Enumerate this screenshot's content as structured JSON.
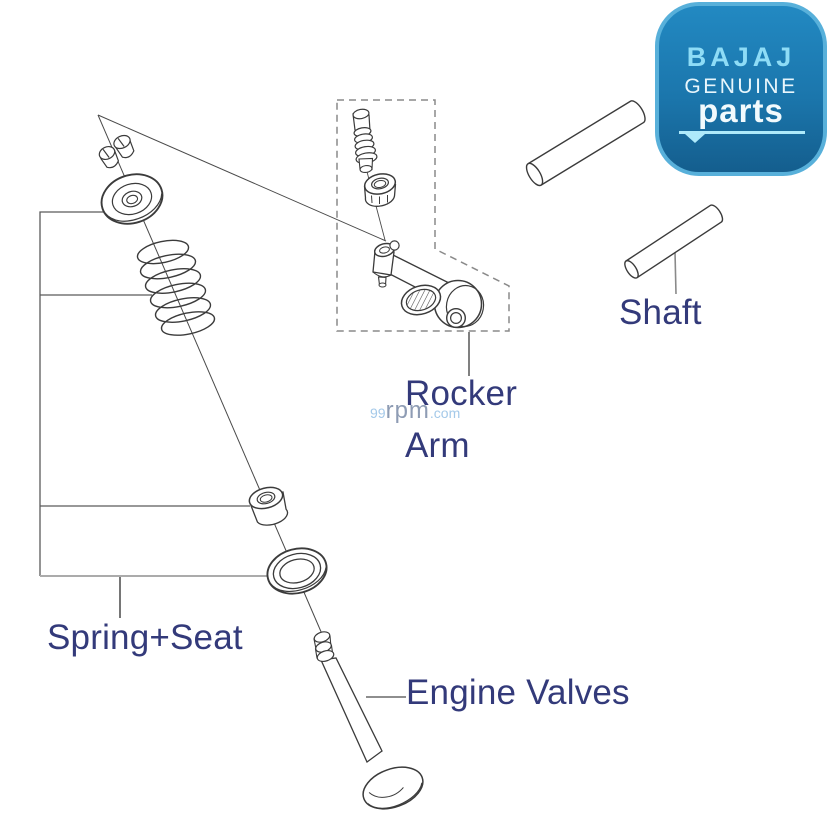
{
  "page": {
    "background": "#ffffff"
  },
  "badge": {
    "brand": "BAJAJ",
    "genuine": "GENUINE",
    "parts": "parts",
    "bg_top": "#2289c2",
    "bg_bottom": "#145e8e",
    "border_color": "#58b0da",
    "brand_color": "#8edcf6",
    "genuine_color": "#e8f6fc",
    "parts_color": "#f2fafd",
    "underline_color": "#aeeafb"
  },
  "watermark": {
    "part1": "99",
    "part2": "rpm",
    "part3": ".com",
    "light_color": "#a4c9e9",
    "mid_color": "#8e9cb4"
  },
  "labels": {
    "rocker_line1": "Rocker",
    "rocker_line2": "Arm",
    "shaft": "Shaft",
    "spring_seat": "Spring+Seat",
    "engine_valves": "Engine Valves",
    "text_color": "#333a7a"
  },
  "diagram": {
    "line_color": "#3b3b3b",
    "dashed_box_color": "#8a8a8a",
    "callout_gray": "#ababab"
  }
}
